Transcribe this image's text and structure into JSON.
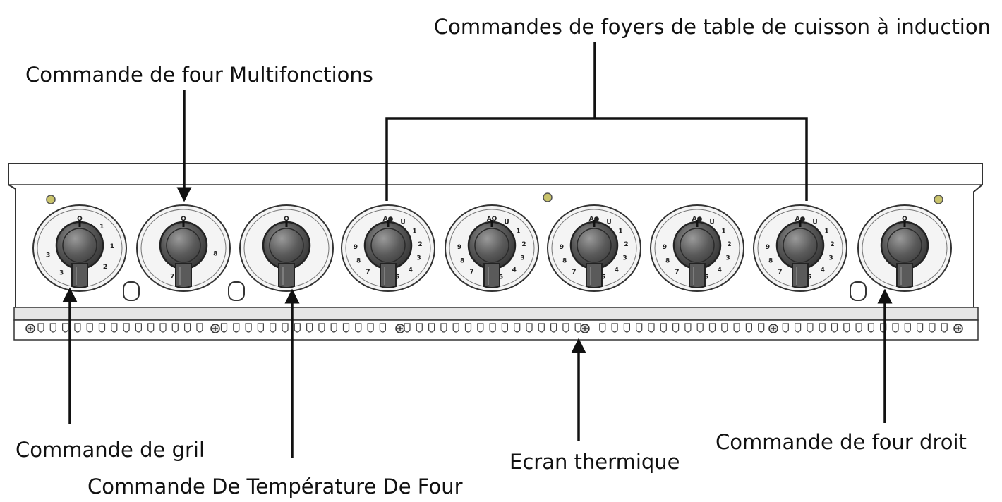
{
  "labels": {
    "induction_controls": "Commandes de foyers de table de cuisson à induction",
    "multifunction_oven": "Commande de four Multifonctions",
    "grill": "Commande de gril",
    "oven_temperature": "Commande De Température De Four",
    "heat_shield": "Ecran thermique",
    "right_oven": "Commande de four droit"
  },
  "knobs": [
    {
      "name": "knob-grill",
      "marks": [
        "O",
        "1",
        "1",
        "2",
        "2",
        "3",
        "3"
      ]
    },
    {
      "name": "knob-multifunction",
      "marks": [
        "O",
        "8",
        "7"
      ]
    },
    {
      "name": "knob-oven-temperature",
      "marks": [
        "O"
      ]
    },
    {
      "name": "knob-induction-1",
      "marks": [
        "A●",
        "U",
        "1",
        "2",
        "3",
        "4",
        "5",
        "6",
        "7",
        "8",
        "9"
      ]
    },
    {
      "name": "knob-induction-2",
      "marks": [
        "AO",
        "U",
        "1",
        "2",
        "3",
        "4",
        "5",
        "6",
        "7",
        "8",
        "9"
      ]
    },
    {
      "name": "knob-induction-3",
      "marks": [
        "A●",
        "U",
        "1",
        "2",
        "3",
        "4",
        "5",
        "6",
        "7",
        "8",
        "9"
      ]
    },
    {
      "name": "knob-induction-4",
      "marks": [
        "A●",
        "U",
        "1",
        "2",
        "3",
        "4",
        "5",
        "6",
        "7",
        "8",
        "9"
      ]
    },
    {
      "name": "knob-induction-5",
      "marks": [
        "A●",
        "U",
        "1",
        "2",
        "3",
        "4",
        "5",
        "6",
        "7",
        "8",
        "9"
      ]
    },
    {
      "name": "knob-right-oven",
      "marks": [
        "O"
      ]
    }
  ],
  "colors": {
    "line": "#111111",
    "panel_stroke": "#333333",
    "knob_dark": "#4a4a4a",
    "knob_mid": "#7a7a7a",
    "plate": "#f4f4f4",
    "screw": "#c9c36a"
  }
}
